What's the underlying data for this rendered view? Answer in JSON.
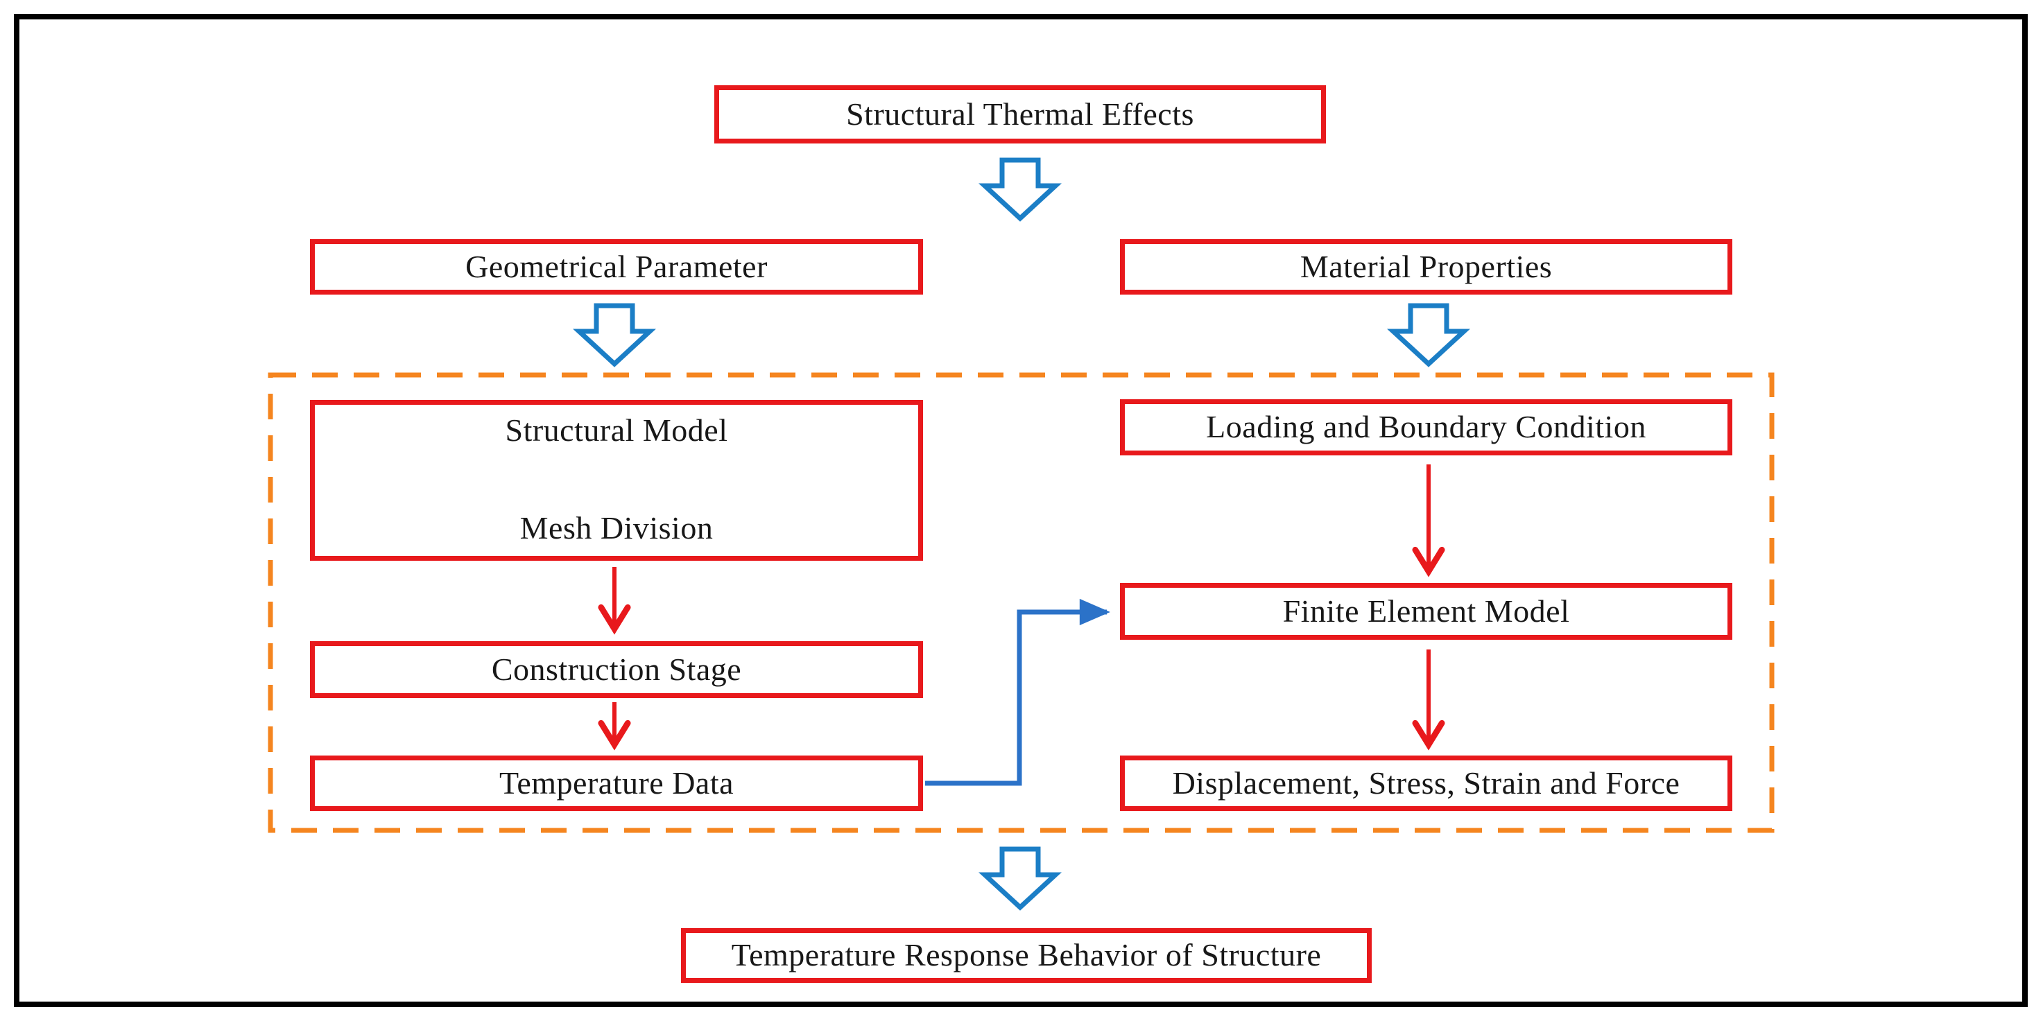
{
  "colors": {
    "frame": "#000000",
    "node_border": "#e8191c",
    "node_text": "#181818",
    "red_arrow": "#e8191c",
    "hollow_arrow_blue": "#1b7ec6",
    "connector_blue": "#2b72c8",
    "dashed_outline_orange": "#f5851f",
    "background": "#ffffff"
  },
  "nodes": {
    "structural_thermal_effects": "Structural Thermal Effects",
    "geometrical_parameter": "Geometrical Parameter",
    "material_properties": "Material Properties",
    "structural_model": "Structural Model",
    "mesh_division": "Mesh Division",
    "construction_stage": "Construction Stage",
    "temperature_data": "Temperature Data",
    "loading_and_boundary_condition": "Loading and Boundary Condition",
    "finite_element_model": "Finite Element Model",
    "displacement_stress_strain_and_force": "Displacement, Stress, Strain and Force",
    "temperature_response_behavior_of_structure": "Temperature Response Behavior of Structure"
  },
  "edges": [
    {
      "from": "structural_thermal_effects",
      "to": "geometrical_parameter_material_properties_row",
      "style": "hollow-blue-down-arrow"
    },
    {
      "from": "geometrical_parameter",
      "to": "structural_model",
      "style": "hollow-blue-down-arrow"
    },
    {
      "from": "material_properties",
      "to": "loading_and_boundary_condition",
      "style": "hollow-blue-down-arrow"
    },
    {
      "from": "structural_model",
      "to": "mesh_division",
      "style": "red-arrow"
    },
    {
      "from": "mesh_division",
      "to": "construction_stage",
      "style": "red-arrow"
    },
    {
      "from": "construction_stage",
      "to": "temperature_data",
      "style": "red-arrow"
    },
    {
      "from": "loading_and_boundary_condition",
      "to": "finite_element_model",
      "style": "red-arrow"
    },
    {
      "from": "temperature_data",
      "to": "finite_element_model",
      "style": "blue-elbow-arrow"
    },
    {
      "from": "finite_element_model",
      "to": "displacement_stress_strain_and_force",
      "style": "red-arrow"
    },
    {
      "from": "analysis_dashed_group",
      "to": "temperature_response_behavior_of_structure",
      "style": "hollow-blue-down-arrow"
    }
  ]
}
